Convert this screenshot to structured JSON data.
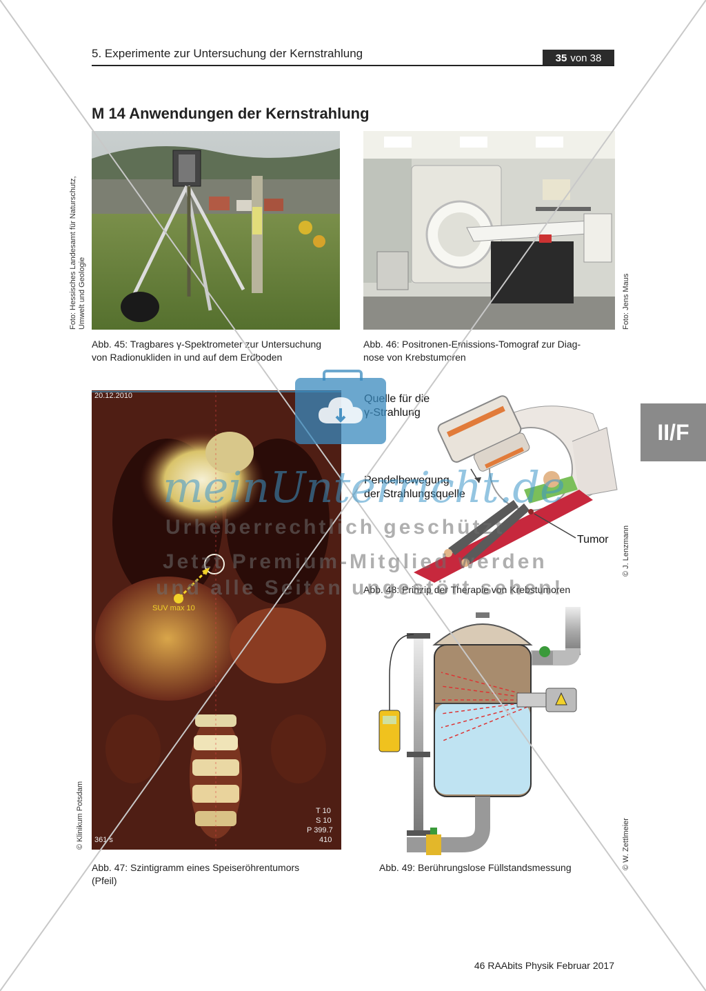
{
  "header": {
    "title": "5. Experimente zur Untersuchung der Kernstrahlung",
    "page_current": "35",
    "page_rest": "von 38"
  },
  "section": {
    "title": "M 14  Anwendungen der Kernstrahlung"
  },
  "side_tab": "II/F",
  "figures": {
    "fig45": {
      "caption_line1": "Abb. 45: Tragbares γ-Spektrometer zur Untersuchung",
      "caption_line2": "von Radionukliden in und auf dem Erdboden",
      "credit_line1": "Foto: Hessisches Landesamt für Naturschutz,",
      "credit_line2": "Umwelt und Geologie"
    },
    "fig46": {
      "caption_line1": "Abb. 46: Positronen-Emissions-Tomograf zur Diag-",
      "caption_line2": "nose von Krebstumoren",
      "credit": "Foto: Jens Maus"
    },
    "fig47": {
      "caption_line1": "Abb. 47: Szintigramm eines Speiseröhrentumors",
      "caption_line2": "(Pfeil)",
      "credit": "© Klinikum Potsdam",
      "date_text": "20.12.2010",
      "suv_text": "SUV max 10",
      "info_t": "T 10",
      "info_s": "S 10",
      "info_p": "P 399.7",
      "info_n": "410",
      "info_left": "361 s"
    },
    "fig48": {
      "caption": "Abb. 48: Prinzip der Therapie von Krebstumoren",
      "label_source_1": "Quelle für die",
      "label_source_2": "γ-Strahlung",
      "label_pendel_1": "Pendelbewegung",
      "label_pendel_2": "der Strahlungsquelle",
      "label_tumor": "Tumor",
      "credit": "© J. Lenzmann"
    },
    "fig49": {
      "caption": "Abb. 49: Berührungslose Füllstandsmessung",
      "credit": "© W. Zettlmeier"
    }
  },
  "watermark": {
    "logo": "meinUnterricht.de",
    "line1": "Urheberrechtlich geschützt",
    "line2": "Jetzt Premium-Mitglied werden",
    "line3": "und alle Seiten ungestört sehen!"
  },
  "footer": "46 RAAbits Physik Februar 2017"
}
